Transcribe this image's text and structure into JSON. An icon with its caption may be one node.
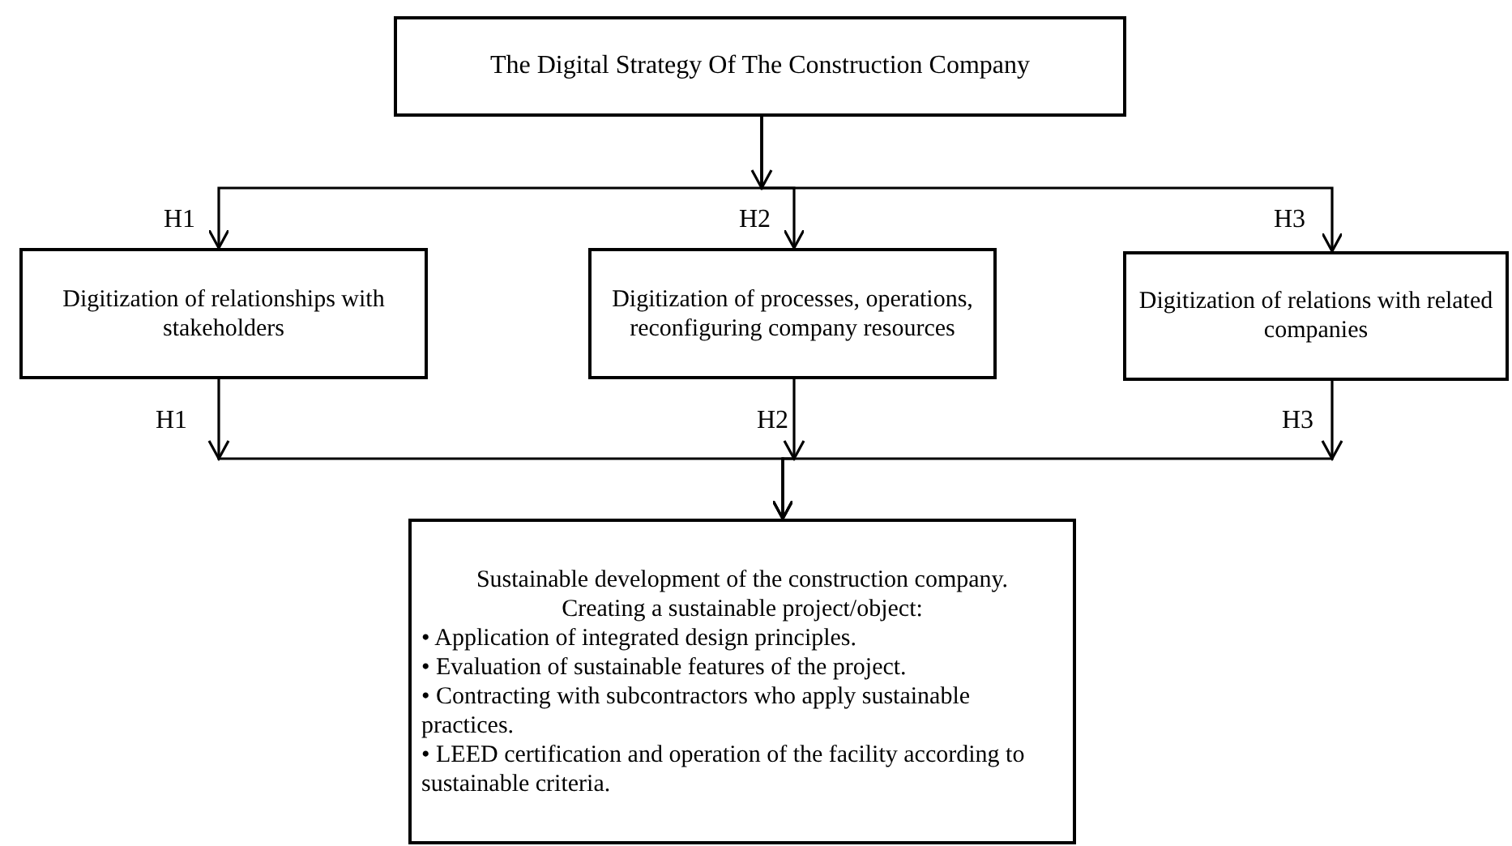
{
  "diagram": {
    "nodes": [
      {
        "text": [
          "The Digital Strategy Of The Construction Company"
        ]
      },
      {
        "text": [
          "Digitization of relationships with stakeholders"
        ]
      },
      {
        "text": [
          "Digitization of processes, operations, reconfiguring company resources"
        ]
      },
      {
        "text": [
          "Digitization of relations with related companies"
        ]
      },
      {
        "text": [
          "Sustainable development of the construction company.",
          "Creating a sustainable project/object:",
          "• Application of integrated design principles.",
          "• Evaluation of sustainable features of the project.",
          "• Contracting with subcontractors who apply sustainable practices.",
          "• LEED certification and operation of the facility according to sustainable criteria."
        ]
      }
    ],
    "edges": [
      {
        "from": 0,
        "to": 1,
        "arrow": "to",
        "label": "H1"
      },
      {
        "from": 0,
        "to": 2,
        "arrow": "to",
        "label": "H2"
      },
      {
        "from": 0,
        "to": 3,
        "arrow": "to",
        "label": "H3"
      },
      {
        "from": 1,
        "to": 4,
        "arrow": "to",
        "label": "H1"
      },
      {
        "from": 2,
        "to": 4,
        "arrow": "to",
        "label": "H2"
      },
      {
        "from": 3,
        "to": 4,
        "arrow": "to",
        "label": "H3"
      }
    ]
  }
}
